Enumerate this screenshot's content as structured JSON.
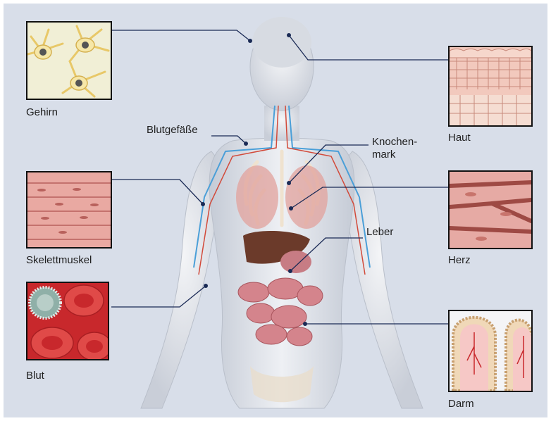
{
  "labels": {
    "gehirn": "Gehirn",
    "haut": "Haut",
    "blutgefaesse": "Blutgefäße",
    "knochenmark_1": "Knochen-",
    "knochenmark_2": "mark",
    "skelettmuskel": "Skelettmuskel",
    "herz": "Herz",
    "leber": "Leber",
    "blut": "Blut",
    "darm": "Darm"
  },
  "colors": {
    "background": "#d8dee9",
    "leader_line": "#1a2a55",
    "tissue_pink": "#e9a7a0",
    "blood_red": "#c8282c",
    "neuron_bg": "#f2f0d8"
  }
}
